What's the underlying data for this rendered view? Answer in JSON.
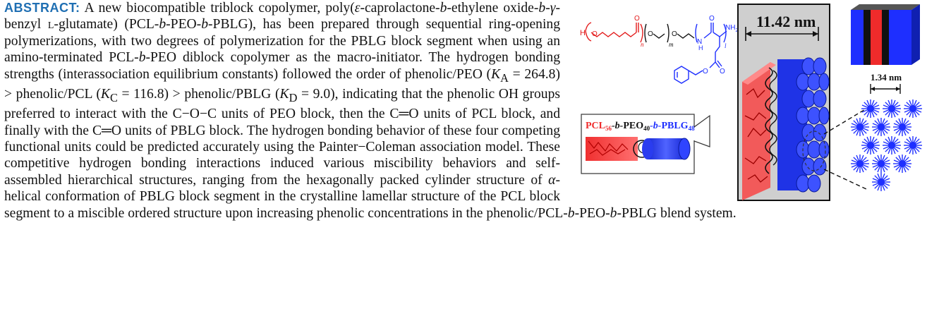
{
  "abstract": {
    "label": "ABSTRACT:",
    "p1": " A new biocompatible triblock copolymer, poly(",
    "eps": "ε",
    "p2": "-caprolactone-",
    "b1": "b",
    "p3": "-ethylene oxide-",
    "b2": "b",
    "p4": "-",
    "gamma": "γ",
    "p5": "-benzyl ",
    "lsc": "l",
    "p6": "-glutamate) (PCL-",
    "b3": "b",
    "p7": "-PEO-",
    "b4": "b",
    "p8": "-PBLG), has been prepared through sequential ring-opening polymerizations, with two degrees of polymerization for the PBLG block segment when using an amino-terminated PCL-",
    "b5": "b",
    "p9": "-PEO diblock copolymer as the macro-initiator. The hydrogen bonding strengths (interassociation equilibrium constants) followed the order of phenolic/PEO (",
    "ka_k": "K",
    "ka_sub": "A",
    "ka_val": " = 264.8) > phenolic/PCL (",
    "kc_k": "K",
    "kc_sub": "C",
    "kc_val": " = 116.8) > phenolic/PBLG (",
    "kd_k": "K",
    "kd_sub": "D",
    "kd_val": " = 9.0), indicating that the phenolic OH groups preferred to interact with the C−O−C units of PEO block, then the C═O units of PCL block, and finally with the C═O units of PBLG block. The hydrogen bonding behavior of these four competing functional units could be predicted accurately using the Painter−Coleman association model. These competitive hydrogen bonding interactions induced various miscibility behaviors and self-assembled hierarchical structures, ranging from the hexagonally packed cylinder structure of ",
    "alpha": "α",
    "p10": "-helical conformation of PBLG block segment in the crystalline lamellar structure of the PCL block segment to a miscible ordered structure upon increasing phenolic concentrations in the phenolic/PCL-",
    "b6": "b",
    "p11": "-PEO-",
    "b7": "b",
    "p12": "-PBLG blend system."
  },
  "graphic": {
    "dimension_large": "11.42 nm",
    "dimension_small": "1.34 nm",
    "sub_n": "n",
    "sub_m": "m",
    "sub_l": "l",
    "atom_h": "H",
    "atom_o": "O",
    "atom_n": "N",
    "atom_nh2": "NH",
    "atom_2": "2",
    "label_pcl": "PCL",
    "label_pcl_sub": "56",
    "label_b1": "-b-",
    "label_peo": "PEO",
    "label_peo_sub": "40",
    "label_b2": "-b-",
    "label_pblg": "PBLG",
    "label_pblg_sub": "48",
    "colors": {
      "pcl": "#ef2b2b",
      "peo": "#111111",
      "pblg": "#1e2fff",
      "head": "#1f6fb3"
    }
  }
}
